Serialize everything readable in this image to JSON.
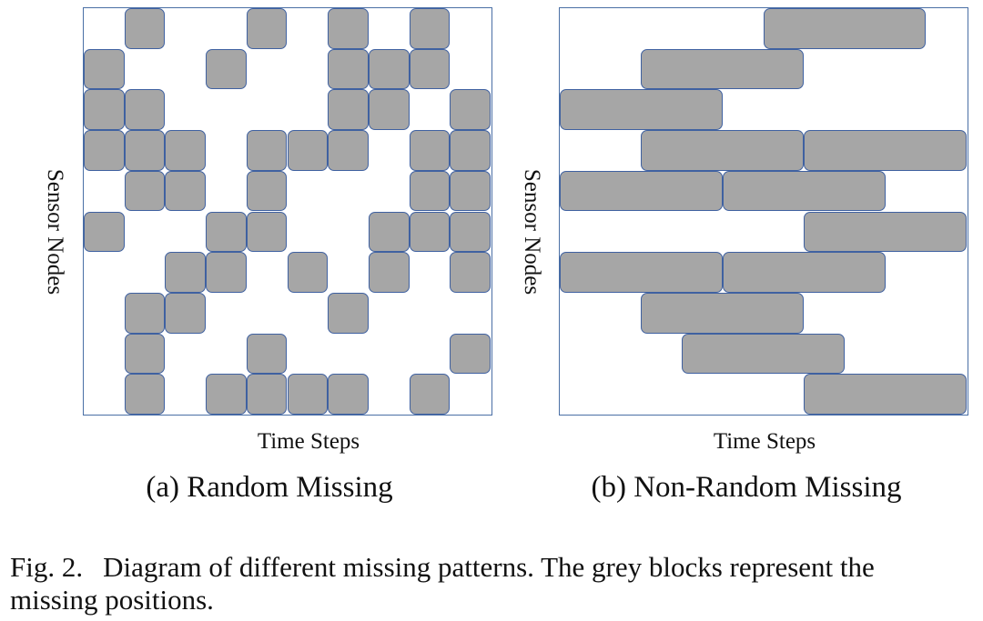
{
  "grid": {
    "rows": 10,
    "cols": 10
  },
  "colors": {
    "block_fill": "#a6a6a6",
    "block_border": "#3f61a1",
    "frame_border": "#4a6fa5"
  },
  "panels": [
    {
      "id": "a",
      "ylabel": "Sensor Nodes",
      "xlabel": "Time Steps",
      "caption": "(a) Random Missing",
      "missing_cells": [
        [
          0,
          1
        ],
        [
          0,
          4
        ],
        [
          0,
          6
        ],
        [
          0,
          8
        ],
        [
          1,
          0
        ],
        [
          1,
          3
        ],
        [
          1,
          6
        ],
        [
          1,
          7
        ],
        [
          1,
          8
        ],
        [
          2,
          0
        ],
        [
          2,
          1
        ],
        [
          2,
          6
        ],
        [
          2,
          7
        ],
        [
          2,
          9
        ],
        [
          3,
          0
        ],
        [
          3,
          1
        ],
        [
          3,
          2
        ],
        [
          3,
          4
        ],
        [
          3,
          5
        ],
        [
          3,
          6
        ],
        [
          3,
          8
        ],
        [
          3,
          9
        ],
        [
          4,
          1
        ],
        [
          4,
          2
        ],
        [
          4,
          4
        ],
        [
          4,
          8
        ],
        [
          4,
          9
        ],
        [
          5,
          0
        ],
        [
          5,
          3
        ],
        [
          5,
          4
        ],
        [
          5,
          7
        ],
        [
          5,
          8
        ],
        [
          5,
          9
        ],
        [
          6,
          2
        ],
        [
          6,
          3
        ],
        [
          6,
          5
        ],
        [
          6,
          7
        ],
        [
          6,
          9
        ],
        [
          7,
          1
        ],
        [
          7,
          2
        ],
        [
          7,
          6
        ],
        [
          8,
          1
        ],
        [
          8,
          4
        ],
        [
          8,
          9
        ],
        [
          9,
          1
        ],
        [
          9,
          3
        ],
        [
          9,
          4
        ],
        [
          9,
          5
        ],
        [
          9,
          6
        ],
        [
          9,
          8
        ]
      ]
    },
    {
      "id": "b",
      "ylabel": "Sensor Nodes",
      "xlabel": "Time Steps",
      "caption": "(b) Non-Random Missing",
      "missing_runs": [
        {
          "row": 0,
          "start": 5,
          "length": 4
        },
        {
          "row": 1,
          "start": 2,
          "length": 4
        },
        {
          "row": 2,
          "start": 0,
          "length": 4
        },
        {
          "row": 3,
          "start": 2,
          "length": 4
        },
        {
          "row": 3,
          "start": 6,
          "length": 4
        },
        {
          "row": 4,
          "start": 0,
          "length": 4
        },
        {
          "row": 4,
          "start": 4,
          "length": 4
        },
        {
          "row": 5,
          "start": 6,
          "length": 4
        },
        {
          "row": 6,
          "start": 0,
          "length": 4
        },
        {
          "row": 6,
          "start": 4,
          "length": 4
        },
        {
          "row": 7,
          "start": 2,
          "length": 4
        },
        {
          "row": 8,
          "start": 3,
          "length": 4
        },
        {
          "row": 9,
          "start": 6,
          "length": 4
        }
      ]
    }
  ],
  "figure_caption": {
    "label": "Fig. 2.",
    "text": "Diagram of different missing patterns. The grey blocks represent the",
    "text_line2": "missing positions."
  }
}
